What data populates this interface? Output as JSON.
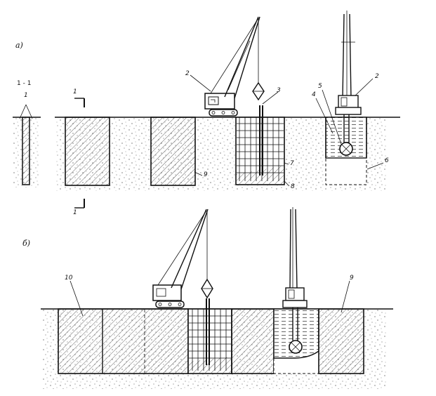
{
  "panels": {
    "a": "а)",
    "b": "б)"
  },
  "section": {
    "title": "1 - 1",
    "wall_num": "1"
  },
  "section_marks": {
    "top": "1",
    "bottom": "1"
  },
  "callouts": {
    "crane_a": "2",
    "grab_a": "3",
    "mill_a_top": "2",
    "callout_4": "4",
    "callout_5": "5",
    "callout_6": "6",
    "callout_7": "7",
    "callout_8": "8",
    "callout_9_a": "9",
    "callout_10": "10",
    "callout_9_b": "9"
  },
  "colors": {
    "line": "#111111",
    "background": "#ffffff"
  }
}
